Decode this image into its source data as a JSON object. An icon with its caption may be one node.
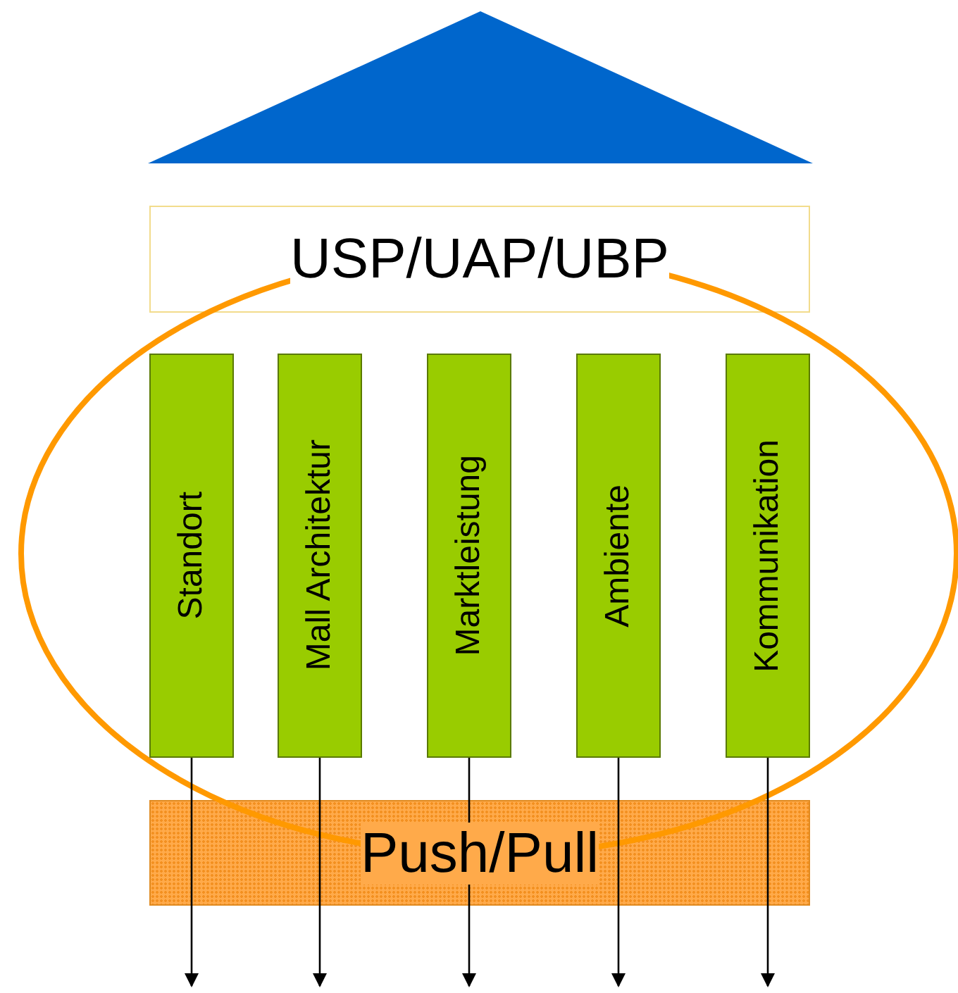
{
  "diagram": {
    "nodes": [
      {
        "text": [],
        "shape": "triangle"
      },
      {
        "text": [
          "USP/UAP/UBP"
        ]
      },
      {
        "text": [
          "Standort"
        ]
      },
      {
        "text": [
          "Mall Architektur"
        ]
      },
      {
        "text": [
          "Marktleistung"
        ]
      },
      {
        "text": [
          "Ambiente"
        ]
      },
      {
        "text": [
          "Kommunikation"
        ]
      },
      {
        "text": [
          "Push/Pull"
        ]
      }
    ],
    "edges": [
      {
        "from": 2,
        "to": null,
        "arrow": "to"
      },
      {
        "from": 3,
        "to": null,
        "arrow": "to"
      },
      {
        "from": 4,
        "to": null,
        "arrow": "to"
      },
      {
        "from": 5,
        "to": null,
        "arrow": "to"
      },
      {
        "from": 6,
        "to": null,
        "arrow": "to"
      }
    ]
  }
}
